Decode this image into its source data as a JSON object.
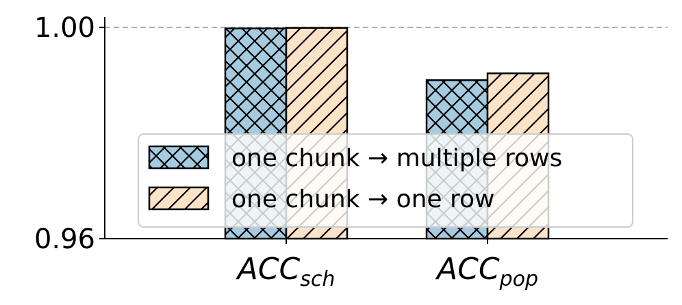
{
  "chart_data": {
    "type": "bar",
    "categories": [
      {
        "main": "ACC",
        "sub": "sch"
      },
      {
        "main": "ACC",
        "sub": "pop"
      }
    ],
    "series": [
      {
        "name": "one chunk → multiple rows",
        "values": [
          0.9998,
          0.99
        ],
        "color": "#a6cbe0",
        "hatch": "crosshatch"
      },
      {
        "name": "one chunk → one row",
        "values": [
          0.9999,
          0.9913
        ],
        "color": "#fbe3c8",
        "hatch": "diagonal"
      }
    ],
    "ylim": [
      0.96,
      1.0
    ],
    "yticks": [
      "0.96",
      "1.00"
    ],
    "reference_line": 1.0,
    "legend_position": "lower-center",
    "xlabel": "",
    "ylabel": "",
    "title": ""
  }
}
